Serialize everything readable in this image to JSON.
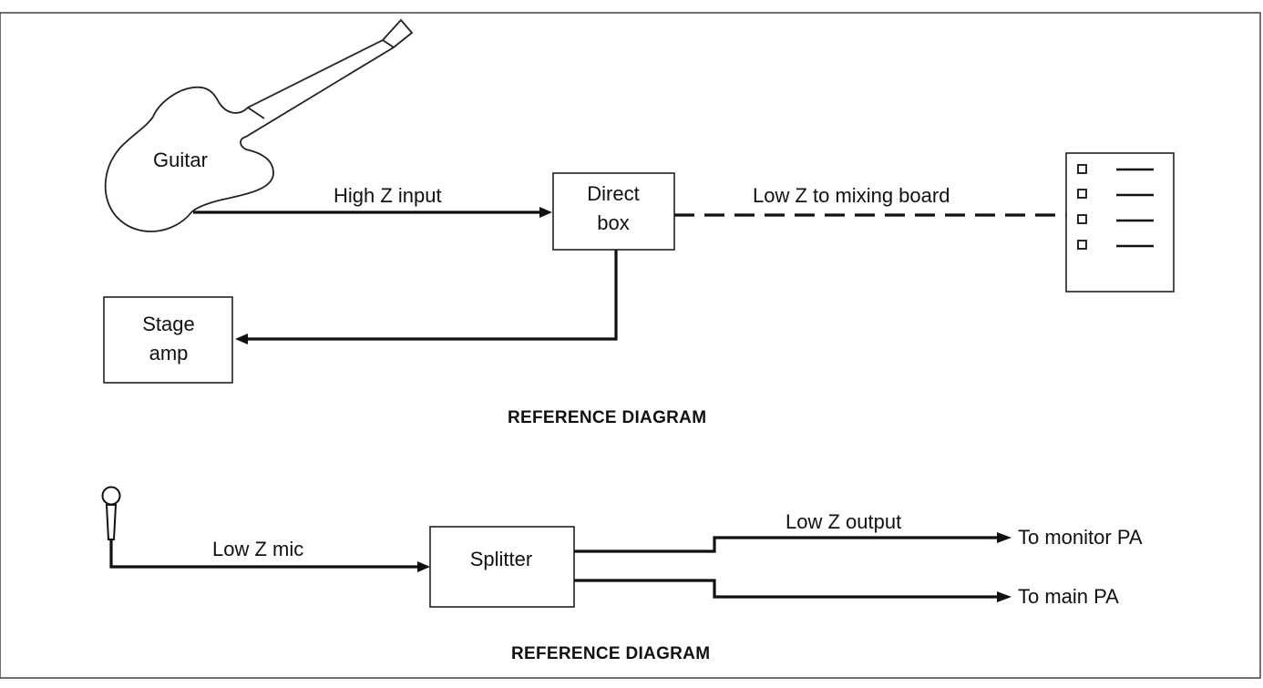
{
  "diagram1": {
    "guitar_label": "Guitar",
    "high_z_label": "High Z input",
    "direct_box_line1": "Direct",
    "direct_box_line2": "box",
    "low_z_board_label": "Low Z to mixing board",
    "stage_amp_line1": "Stage",
    "stage_amp_line2": "amp",
    "caption": "REFERENCE DIAGRAM"
  },
  "diagram2": {
    "mic_label": "Low Z mic",
    "splitter_label": "Splitter",
    "output_label": "Low Z output",
    "monitor_label": "To monitor PA",
    "main_label": "To main PA",
    "caption": "REFERENCE DIAGRAM"
  },
  "colors": {
    "background": "#ffffff",
    "line": "#111111"
  }
}
